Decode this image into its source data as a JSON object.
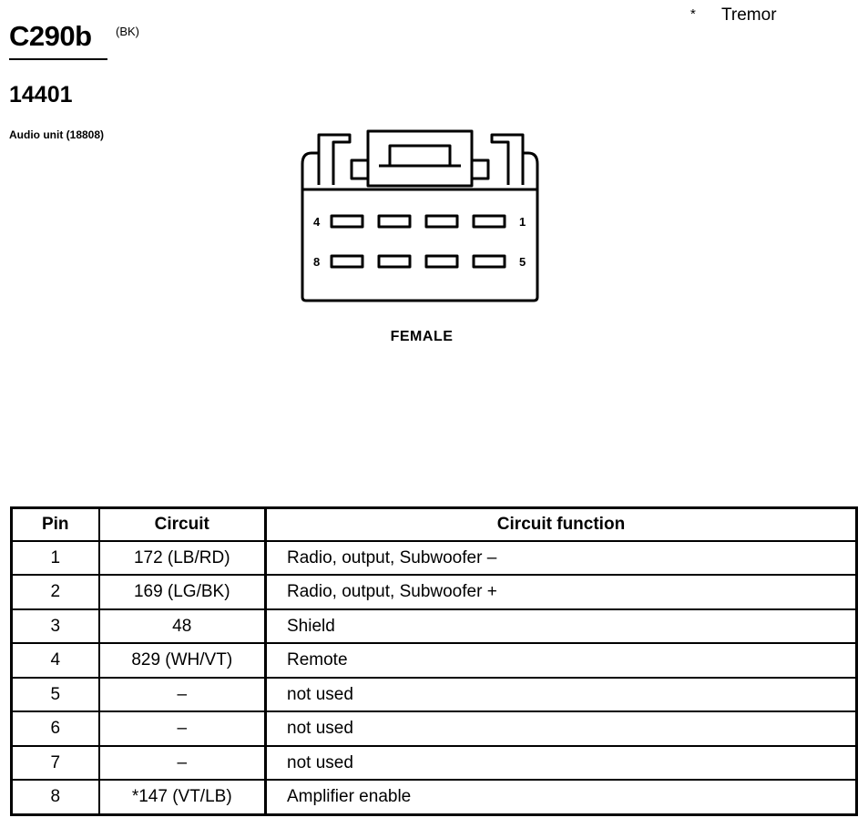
{
  "header": {
    "title": "C290b",
    "color_code": "(BK)",
    "note_marker": "*",
    "note_text": "Tremor",
    "part_number": "14401",
    "component": "Audio unit (18808)"
  },
  "connector": {
    "pin_labels": {
      "top_left": "4",
      "top_right": "1",
      "bottom_left": "8",
      "bottom_right": "5"
    },
    "type": "FEMALE"
  },
  "table": {
    "headers": [
      "Pin",
      "Circuit",
      "Circuit function"
    ],
    "rows": [
      {
        "pin": "1",
        "circuit": "172 (LB/RD)",
        "function": "Radio, output, Subwoofer –"
      },
      {
        "pin": "2",
        "circuit": "169 (LG/BK)",
        "function": "Radio, output, Subwoofer +"
      },
      {
        "pin": "3",
        "circuit": "48",
        "function": "Shield"
      },
      {
        "pin": "4",
        "circuit": "829 (WH/VT)",
        "function": "Remote"
      },
      {
        "pin": "5",
        "circuit": "–",
        "function": "not used"
      },
      {
        "pin": "6",
        "circuit": "–",
        "function": "not used"
      },
      {
        "pin": "7",
        "circuit": "–",
        "function": "not used"
      },
      {
        "pin": "8",
        "circuit": "*147 (VT/LB)",
        "function": "Amplifier enable"
      }
    ]
  }
}
